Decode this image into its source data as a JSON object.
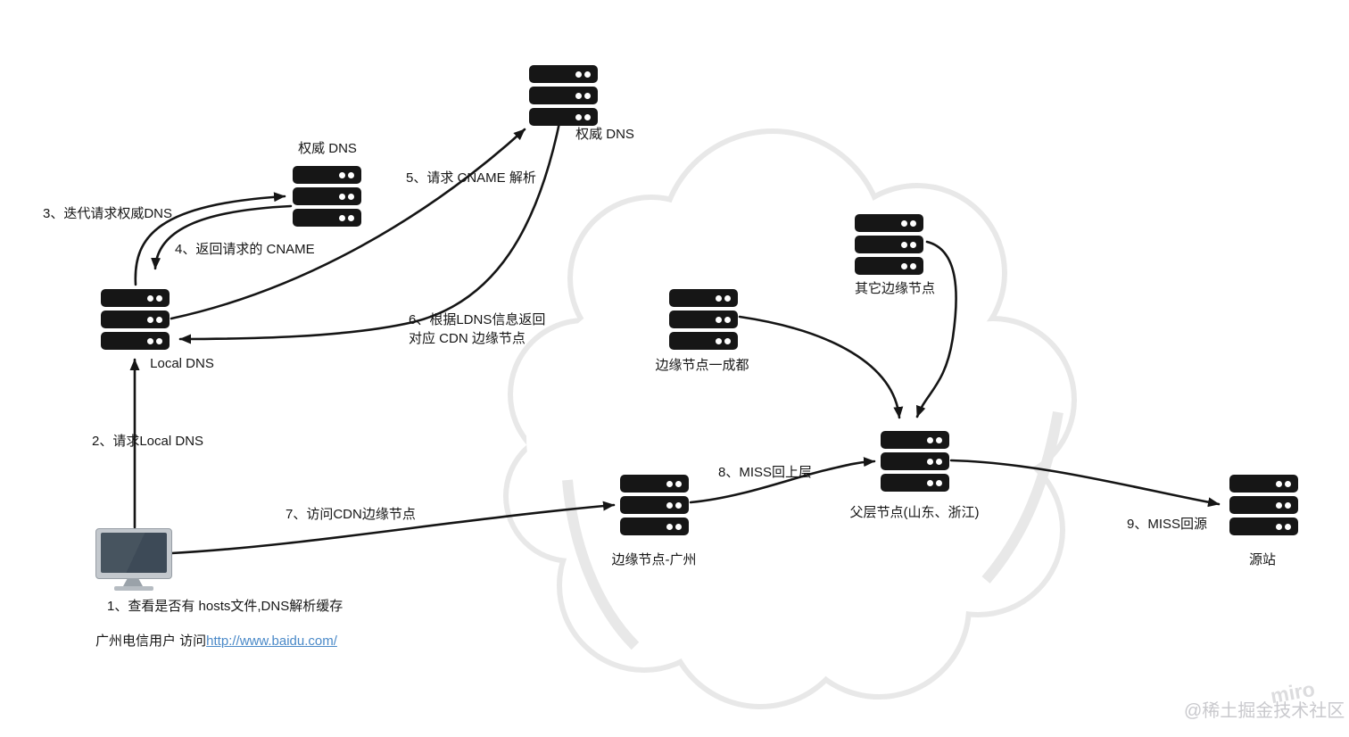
{
  "canvas": {
    "background": "#ffffff",
    "ink": "#161616",
    "arrow_color": "#151515",
    "cloud_stroke": "#e8e8e8",
    "link_color": "#4a89c8",
    "monitor_frame": "#c3c8cd",
    "monitor_screen": "#3d4a57",
    "watermark_color": "#c9c9cd"
  },
  "icons": {
    "node": "server-rack-icon",
    "user": "desktop-computer-icon",
    "network": "cloud-outline"
  },
  "nodes": [
    {
      "id": "auth-dns-top",
      "label": "权威 DNS"
    },
    {
      "id": "auth-dns-mid",
      "label": "权威 DNS"
    },
    {
      "id": "local-dns",
      "label": "Local DNS"
    },
    {
      "id": "other-edge",
      "label": "其它边缘节点"
    },
    {
      "id": "edge-chengdu",
      "label": "边缘节点一成都"
    },
    {
      "id": "parent-node",
      "label": "父层节点(山东、浙江)"
    },
    {
      "id": "edge-guangzhou",
      "label": "边缘节点-广州"
    },
    {
      "id": "origin",
      "label": "源站"
    }
  ],
  "steps": {
    "s1": "1、查看是否有 hosts文件,DNS解析缓存",
    "s2": "2、请求Local DNS",
    "s3": "3、迭代请求权威DNS",
    "s4": "4、返回请求的 CNAME",
    "s5": "5、请求 CNAME 解析",
    "s6a": "6、根据LDNS信息返回",
    "s6b": "对应 CDN 边缘节点",
    "s7": "7、访问CDN边缘节点",
    "s8": "8、MISS回上层",
    "s9": "9、MISS回源"
  },
  "user": {
    "prefix": "广州电信用户 访问",
    "link": "http://www.baidu.com/"
  },
  "watermark": {
    "text": "@稀土掘金技术社区",
    "logo": "miro"
  }
}
